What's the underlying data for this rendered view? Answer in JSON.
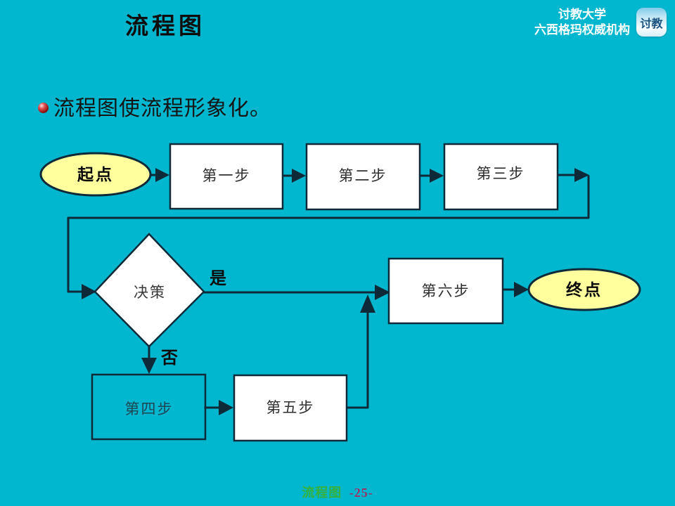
{
  "slide": {
    "title": "流程图",
    "header": {
      "org_line1": "讨教大学",
      "org_line2": "六西格玛权威机构",
      "logo_text": "讨教"
    },
    "bullet_text": "流程图使流程形象化。",
    "footer": {
      "doc_label": "流程图",
      "page_label": "-25-"
    }
  },
  "flowchart": {
    "nodes": [
      {
        "id": "start",
        "type": "terminal",
        "label": "起点"
      },
      {
        "id": "step1",
        "type": "process",
        "label": "第一步"
      },
      {
        "id": "step2",
        "type": "process",
        "label": "第二步"
      },
      {
        "id": "step3",
        "type": "process",
        "label": "第三步"
      },
      {
        "id": "decision",
        "type": "decision",
        "label": "决策"
      },
      {
        "id": "step4",
        "type": "process-transparent",
        "label": "第四步"
      },
      {
        "id": "step5",
        "type": "process",
        "label": "第五步"
      },
      {
        "id": "step6",
        "type": "process",
        "label": "第六步"
      },
      {
        "id": "end",
        "type": "terminal",
        "label": "终点"
      }
    ],
    "edges": [
      {
        "from": "start",
        "to": "step1",
        "label": ""
      },
      {
        "from": "step1",
        "to": "step2",
        "label": ""
      },
      {
        "from": "step2",
        "to": "step3",
        "label": ""
      },
      {
        "from": "step3",
        "to": "decision",
        "label": ""
      },
      {
        "from": "decision",
        "to": "step6",
        "label": "是"
      },
      {
        "from": "decision",
        "to": "step4",
        "label": "否"
      },
      {
        "from": "step4",
        "to": "step5",
        "label": ""
      },
      {
        "from": "step5",
        "to": "step6",
        "label": ""
      },
      {
        "from": "step6",
        "to": "end",
        "label": ""
      }
    ]
  },
  "colors": {
    "background": "#00b7cf",
    "outline": "#0e2937",
    "process_fill": "#ffffff",
    "terminal_fill": "#ffff9e",
    "box_text": "#2f2f2f",
    "bold_text": "#0a0a0a",
    "transparent_box_text": "#1d4553",
    "header_text": "#ffffff",
    "logo_text": "#1c5380",
    "footer_name": "#35b13c",
    "footer_page": "#993366"
  }
}
